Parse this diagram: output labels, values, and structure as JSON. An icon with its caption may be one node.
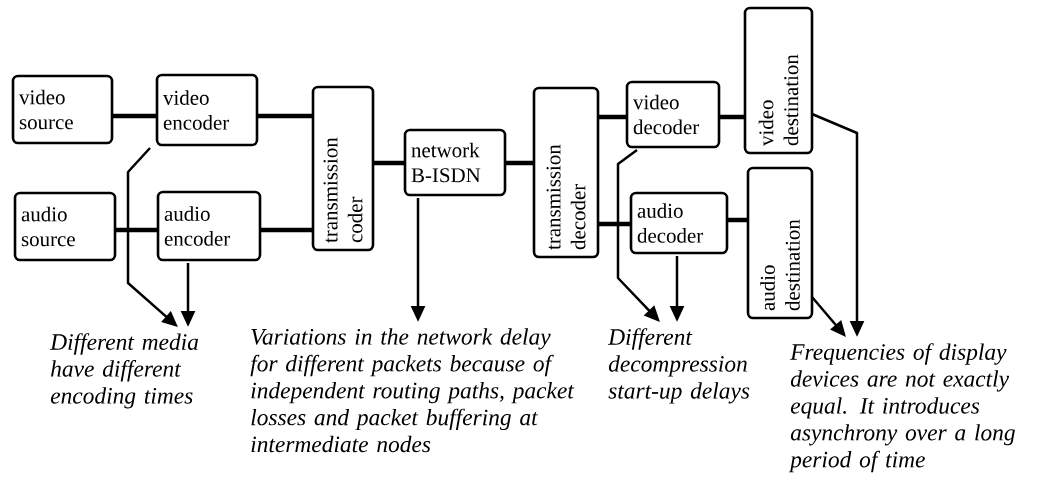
{
  "diagram": {
    "nodes": [
      {
        "text": [
          "video source"
        ]
      },
      {
        "text": [
          "video encoder"
        ]
      },
      {
        "text": [
          "audio source"
        ]
      },
      {
        "text": [
          "audio encoder"
        ]
      },
      {
        "text": [
          "transmission coder"
        ]
      },
      {
        "text": [
          "network B-ISDN"
        ]
      },
      {
        "text": [
          "transmission decoder"
        ]
      },
      {
        "text": [
          "video decoder"
        ]
      },
      {
        "text": [
          "video destination"
        ]
      },
      {
        "text": [
          "audio decoder"
        ]
      },
      {
        "text": [
          "audio destination"
        ]
      },
      {
        "text": [
          "Different media have different encoding times"
        ]
      },
      {
        "text": [
          "Variations in the network delay for different packets because of independent routing paths, packet losses and packet buffering at intermediate nodes"
        ]
      },
      {
        "text": [
          "Different decompression start-up delays"
        ]
      },
      {
        "text": [
          "Frequencies of display devices are not exactly equal. It introduces asynchrony over a long period of time"
        ]
      }
    ],
    "edges": [
      {
        "from": 0,
        "to": 1,
        "arrow": "none"
      },
      {
        "from": 2,
        "to": 3,
        "arrow": "none"
      },
      {
        "from": 1,
        "to": 4,
        "arrow": "none"
      },
      {
        "from": 3,
        "to": 4,
        "arrow": "none"
      },
      {
        "from": 4,
        "to": 5,
        "arrow": "none"
      },
      {
        "from": 5,
        "to": 6,
        "arrow": "none"
      },
      {
        "from": 6,
        "to": 7,
        "arrow": "none"
      },
      {
        "from": 6,
        "to": 9,
        "arrow": "none"
      },
      {
        "from": 7,
        "to": 8,
        "arrow": "none"
      },
      {
        "from": 9,
        "to": 10,
        "arrow": "none"
      },
      {
        "from": 1,
        "to": 11,
        "arrow": "to"
      },
      {
        "from": 3,
        "to": 11,
        "arrow": "to"
      },
      {
        "from": 5,
        "to": 12,
        "arrow": "to"
      },
      {
        "from": 7,
        "to": 13,
        "arrow": "to"
      },
      {
        "from": 9,
        "to": 13,
        "arrow": "to"
      },
      {
        "from": 8,
        "to": 14,
        "arrow": "to"
      },
      {
        "from": 10,
        "to": 14,
        "arrow": "to"
      }
    ]
  }
}
